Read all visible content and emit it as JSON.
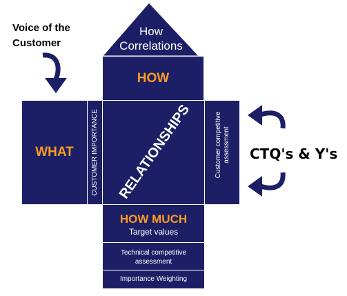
{
  "roof": {
    "line1": "How",
    "line2": "Correlations"
  },
  "how": {
    "label": "HOW"
  },
  "what": {
    "label": "WHAT"
  },
  "customer_importance": {
    "label": "CUSTOMER IMPORTANCE"
  },
  "relationships": {
    "label": "RELATIONSHIPS"
  },
  "customer_competitive": {
    "line1": "Customer competitive",
    "line2": "assessment"
  },
  "how_much": {
    "label": "HOW MUCH",
    "sub": "Target values"
  },
  "technical_competitive": {
    "line1": "Technical competitive",
    "line2": "assessment"
  },
  "importance_weighting": {
    "label": "Importance Weighting"
  },
  "voice": {
    "line1": "Voice of the",
    "line2": "Customer"
  },
  "ctq": {
    "label": "CTQ's & Y's"
  },
  "colors": {
    "navy": "#1c1f66",
    "orange": "#ff9a1f",
    "white": "#ffffff"
  }
}
